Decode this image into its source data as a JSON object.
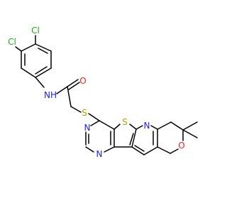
{
  "atoms": {
    "cl1": {
      "text": "Cl",
      "color": "#1dab1d"
    },
    "cl2": {
      "text": "Cl",
      "color": "#1dab1d"
    },
    "nh": {
      "text": "NH",
      "color": "#1b1bff"
    },
    "o_carbonyl": {
      "text": "O",
      "color": "#ff1a1a"
    },
    "s_thioether": {
      "text": "S",
      "color": "#b5a000"
    },
    "s_thiophene": {
      "text": "S",
      "color": "#b5a000"
    },
    "n_pyr_a": {
      "text": "N",
      "color": "#1b1bff"
    },
    "n_pyr_b": {
      "text": "N",
      "color": "#1b1bff"
    },
    "n_pyridine": {
      "text": "N",
      "color": "#1b1bff"
    },
    "o_pyran": {
      "text": "O",
      "color": "#ff1a1a"
    }
  }
}
